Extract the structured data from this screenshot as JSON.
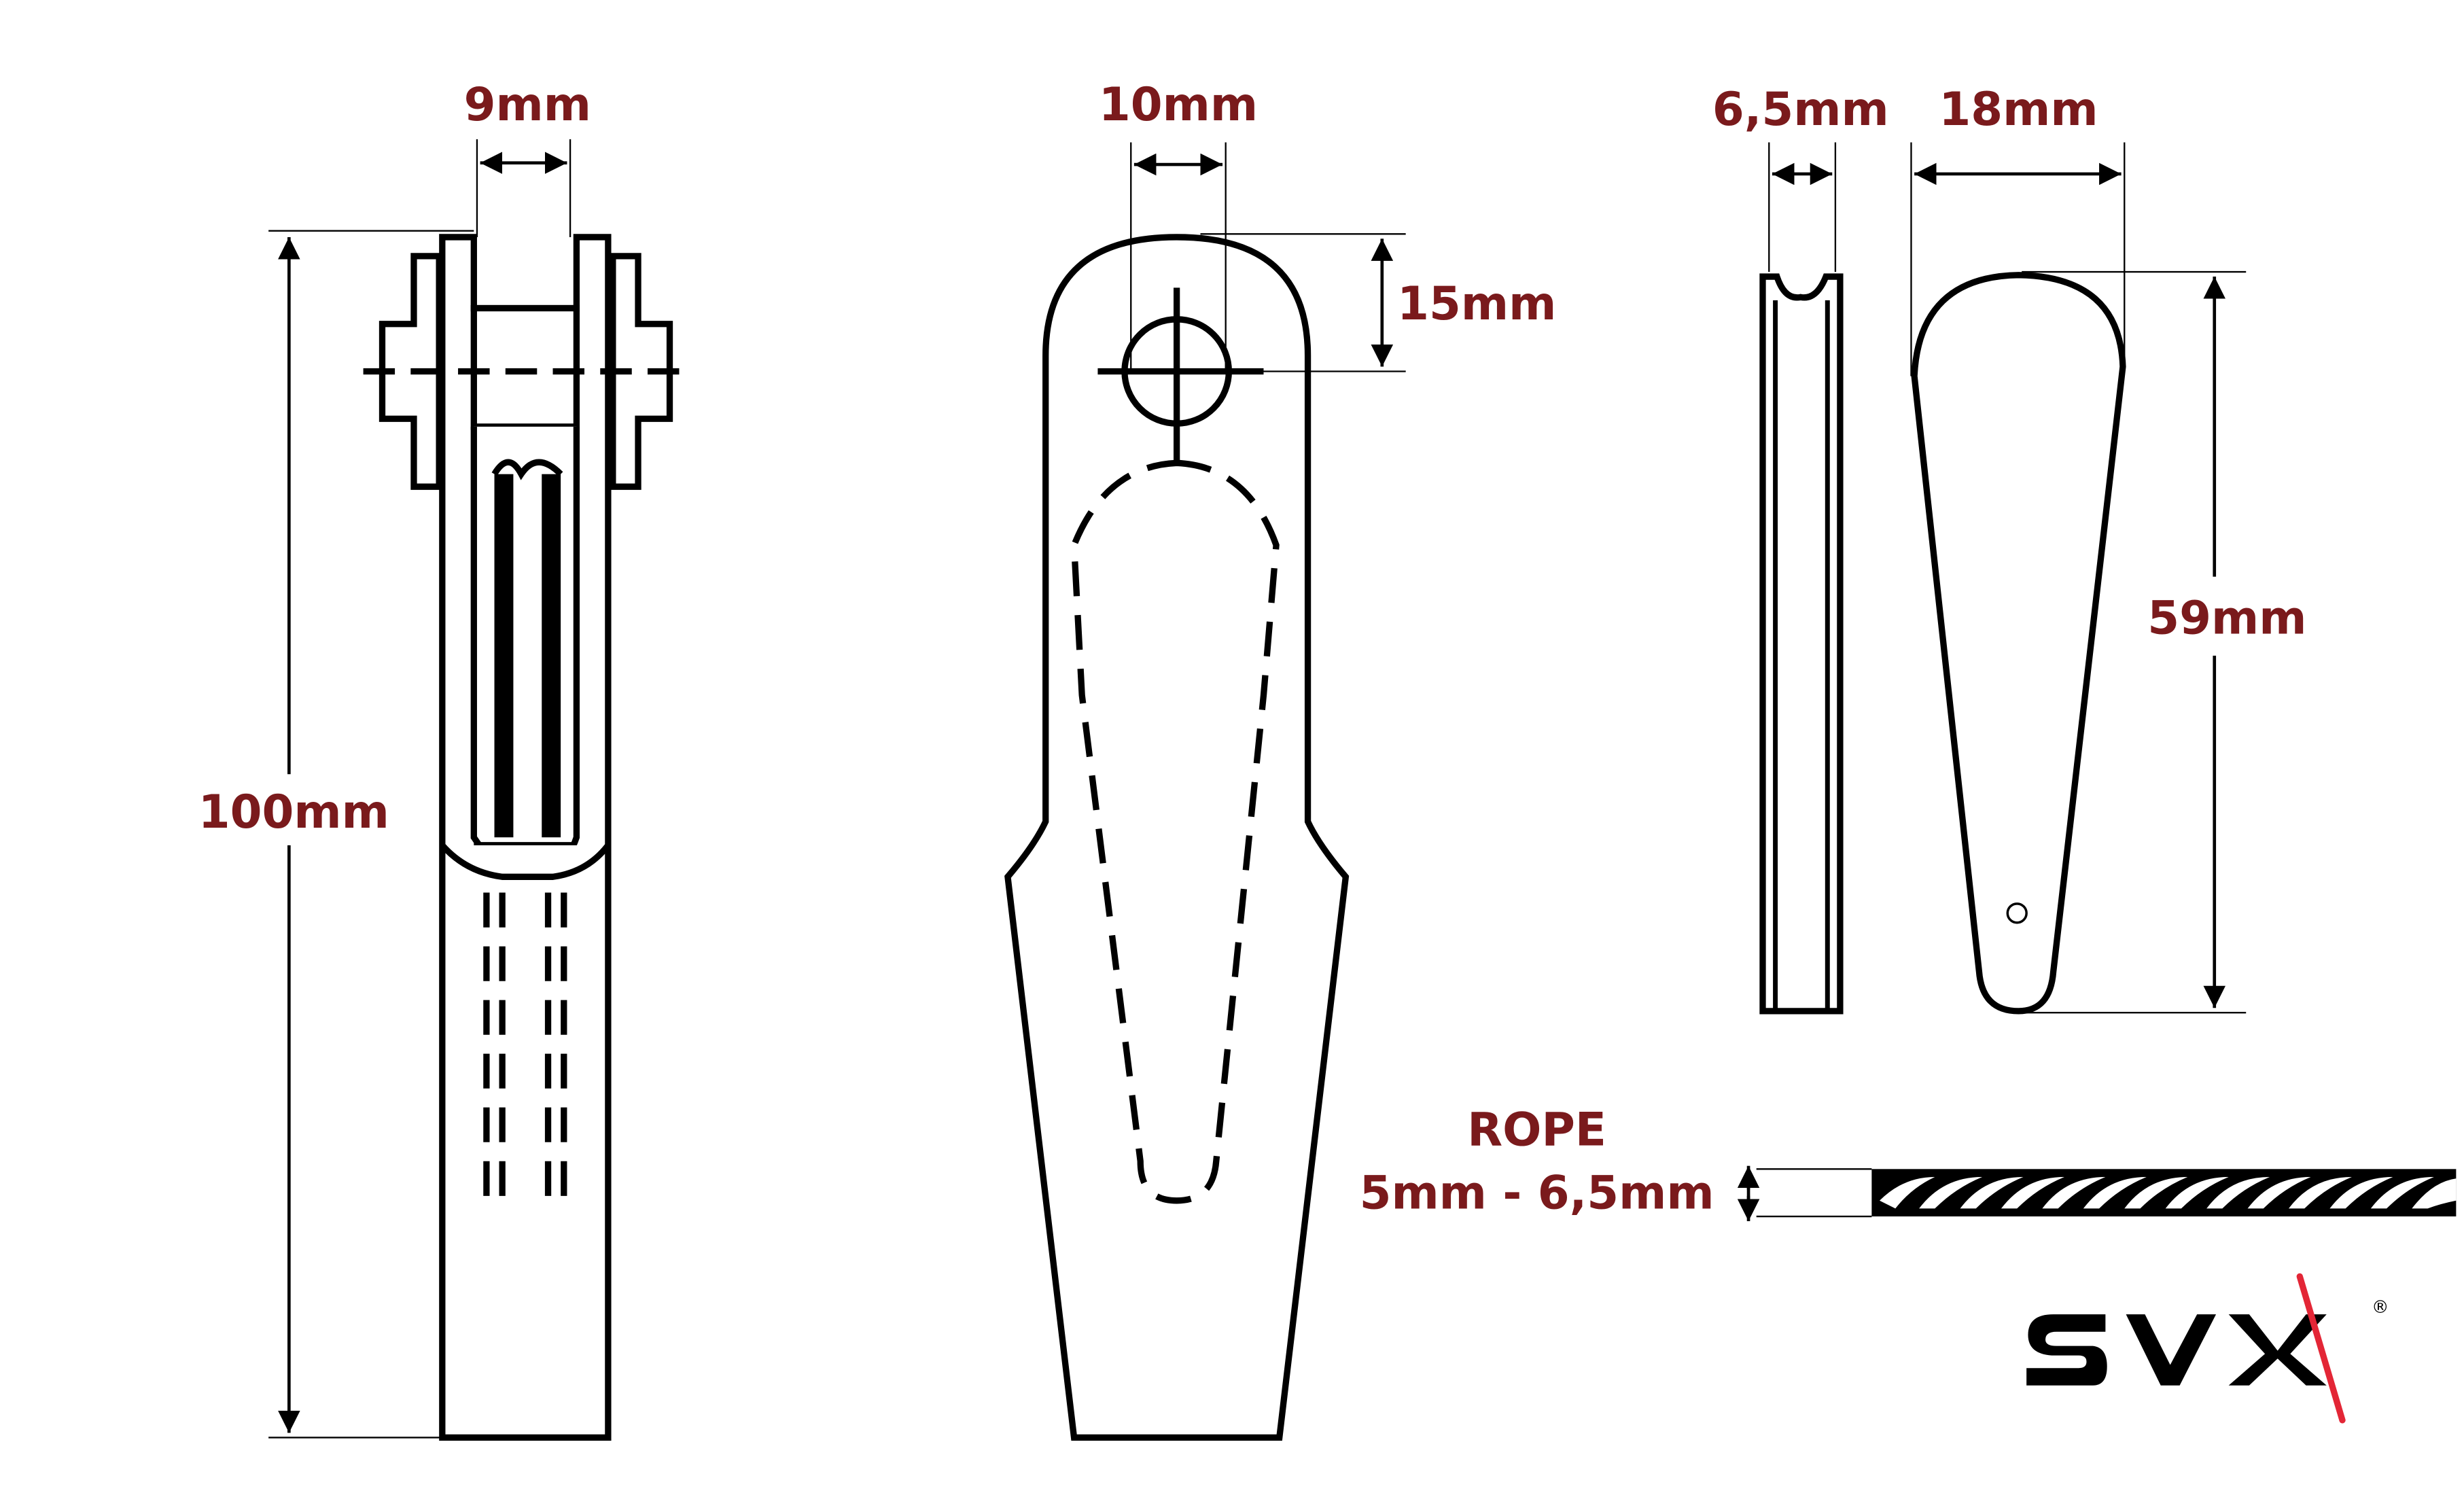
{
  "dimensions": {
    "clevis_width": "9mm",
    "clevis_length": "100mm",
    "socket_pin_hole": "10mm",
    "socket_pin_offset": "15mm",
    "wedge_thickness": "6,5mm",
    "wedge_width": "18mm",
    "wedge_length": "59mm"
  },
  "rope": {
    "title": "ROPE",
    "range": "5mm - 6,5mm"
  },
  "logo": {
    "text": "SVX",
    "mark": "®"
  },
  "colors": {
    "label": "#7a1a1c",
    "logo_slash": "#e32636",
    "line": "#000000"
  }
}
